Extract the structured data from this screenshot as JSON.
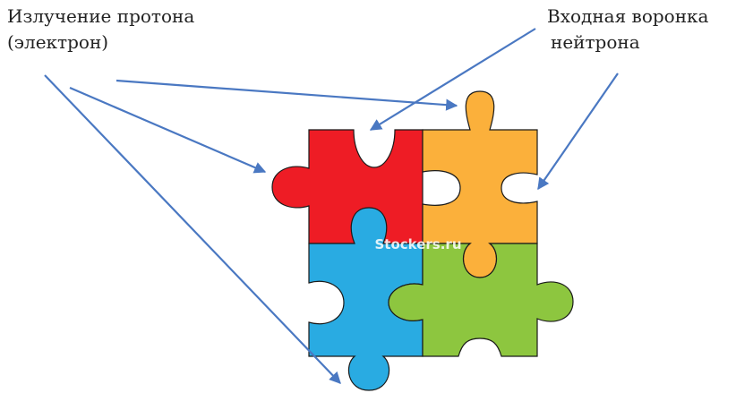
{
  "labels": {
    "emission_line1": "Излучение протона",
    "emission_line2": "(электрон)",
    "funnel_line1": "Входная воронка",
    "funnel_line2": "нейтрона"
  },
  "watermark": "Stockers.ru",
  "colors": {
    "red_piece": "#ee1c25",
    "orange_piece": "#fbb03b",
    "blue_piece": "#29abe2",
    "green_piece": "#8dc63f",
    "arrow": "#4a78c2",
    "outline": "#1a1a1a"
  }
}
